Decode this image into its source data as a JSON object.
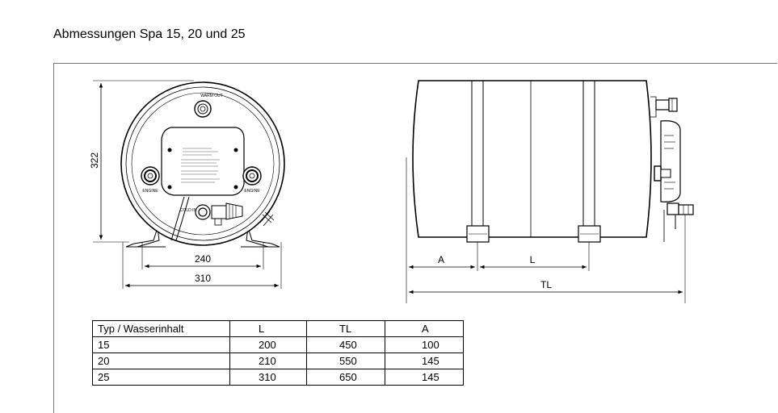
{
  "title": "Abmessungen Spa 15, 20 und 25",
  "front_view": {
    "height_label": "322",
    "inner_width_label": "240",
    "outer_width_label": "310",
    "top_port_label": "WARM OUT",
    "left_port_label": "ENGINE",
    "right_port_label": "ENGINE",
    "bottom_port_label": "COLD IN"
  },
  "side_view": {
    "a_label": "A",
    "l_label": "L",
    "tl_label": "TL"
  },
  "table": {
    "headers": [
      "Typ / Wasserinhalt",
      "L",
      "TL",
      "A"
    ],
    "rows": [
      [
        "15",
        "200",
        "450",
        "100"
      ],
      [
        "20",
        "210",
        "550",
        "145"
      ],
      [
        "25",
        "310",
        "650",
        "145"
      ]
    ]
  }
}
